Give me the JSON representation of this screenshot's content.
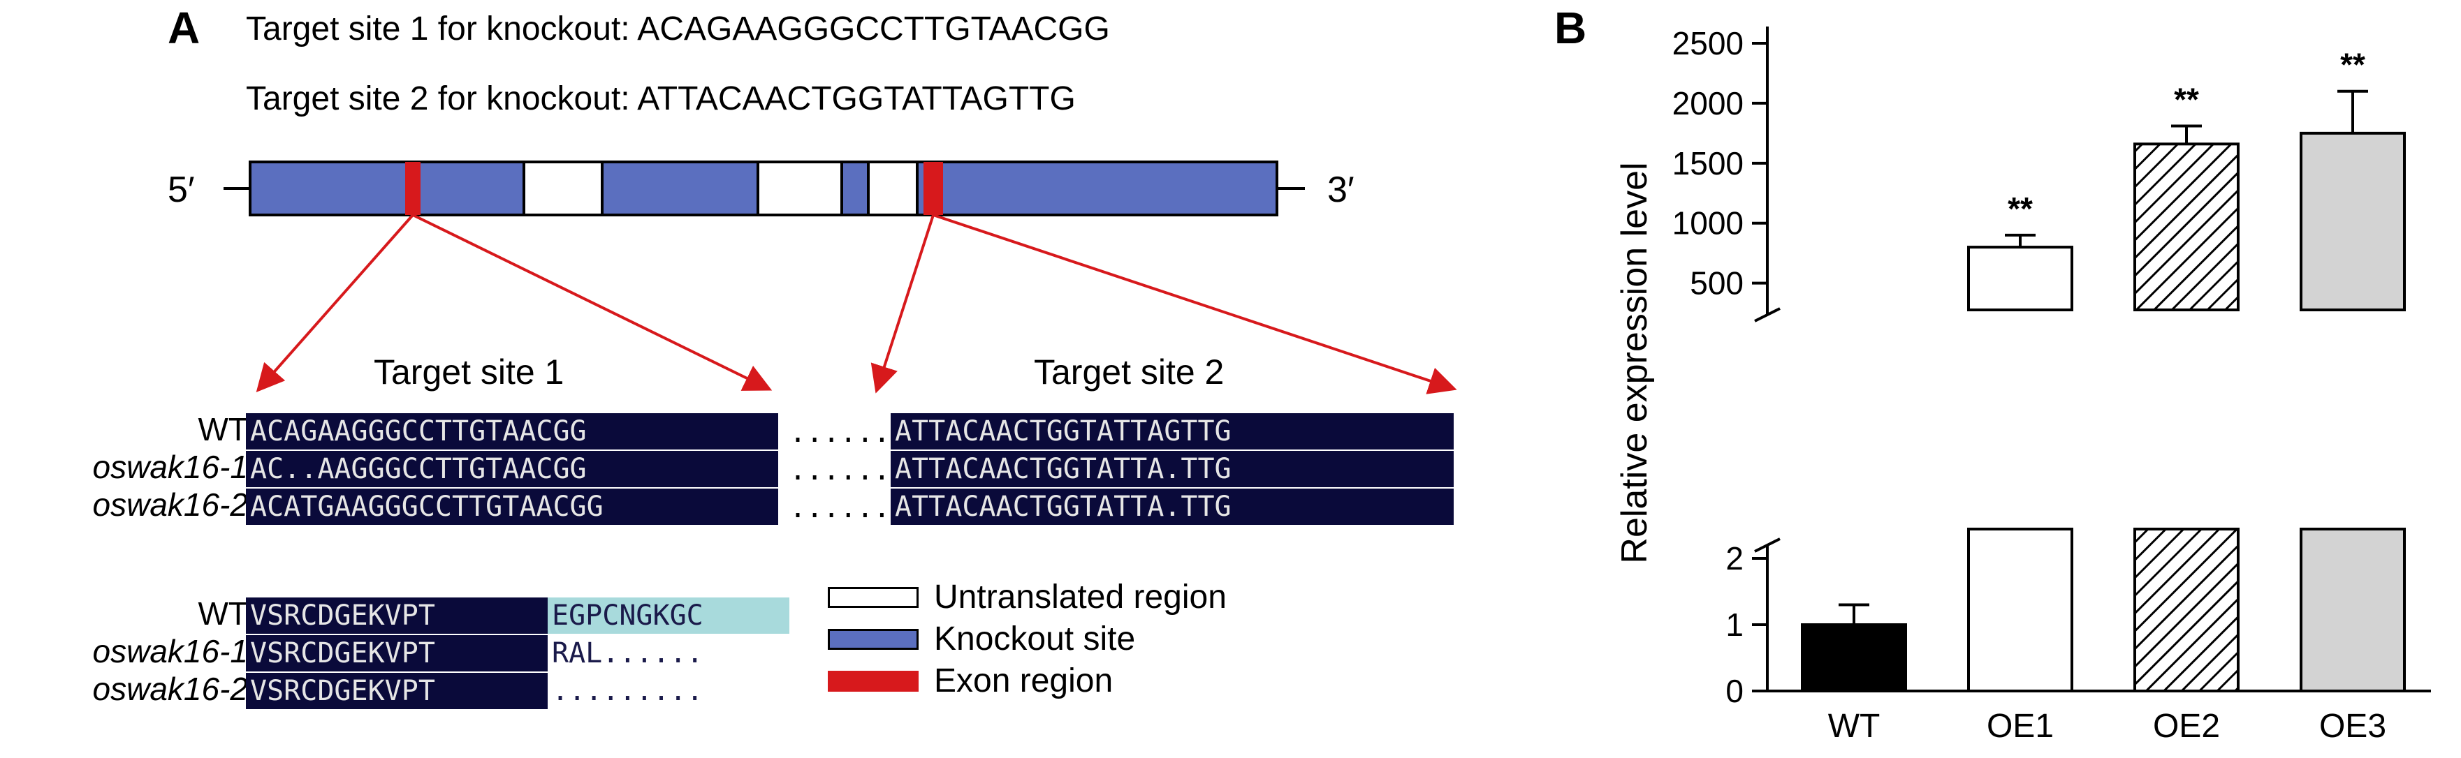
{
  "panel_a": {
    "label": "A",
    "target_site_1_line": "Target site 1 for knockout: ACAGAAGGGCCTTGTAACGG",
    "target_site_2_line": "Target site 2 for knockout: ATTACAACTGGTATTAGTTG",
    "five_prime": "5′",
    "three_prime": "3′",
    "site_titles": [
      "Target site 1",
      "Target site 2"
    ],
    "dna_alignment": {
      "names": [
        "WT",
        "oswak16-1",
        "oswak16-2"
      ],
      "site1": [
        "ACAGAAGGGCCTTGTAACGG",
        "AC..AAGGGCCTTGTAACGG",
        "ACATGAAGGGCCTTGTAACGG"
      ],
      "separator": "......",
      "site2": [
        "ATTACAACTGGTATTAGTTG",
        "ATTACAACTGGTATTA.TTG",
        "ATTACAACTGGTATTA.TTG"
      ]
    },
    "protein_alignment": {
      "names": [
        "WT",
        "oswak16-1",
        "oswak16-2"
      ],
      "conserved": [
        "VSRCDGEKVPT",
        "VSRCDGEKVPT",
        "VSRCDGEKVPT"
      ],
      "variable": [
        "EGPCNGKGC",
        "RAL......",
        "........."
      ]
    },
    "legend": [
      {
        "label": "Untranslated region",
        "color": "#ffffff"
      },
      {
        "label": "Knockout site",
        "color": "#5b6fbf"
      },
      {
        "label": "Exon region",
        "color": "#d7191c"
      }
    ],
    "colors": {
      "gene_bar": "#5b6fbf",
      "target": "#d7191c",
      "alignment_bg": "#0a0a3a",
      "highlight": "#a8dadc"
    }
  },
  "panel_b": {
    "label": "B",
    "chart_data": {
      "type": "bar",
      "categories": [
        "WT",
        "OE1",
        "OE2",
        "OE3"
      ],
      "values": [
        1.0,
        800,
        1660,
        1750
      ],
      "errors": [
        0.3,
        100,
        150,
        350
      ],
      "significance": [
        "",
        "**",
        "**",
        "**"
      ],
      "ylabel": "Relative expression level",
      "axis_break": true,
      "lower_segment": {
        "ylim": [
          0,
          2
        ],
        "ticks": [
          "0",
          "1",
          "2"
        ]
      },
      "upper_segment": {
        "ylim": [
          300,
          2500
        ],
        "ticks": [
          "500",
          "1000",
          "1500",
          "2000",
          "2500"
        ]
      },
      "bar_fills": [
        "black",
        "white",
        "hatched",
        "lightgray"
      ]
    }
  }
}
